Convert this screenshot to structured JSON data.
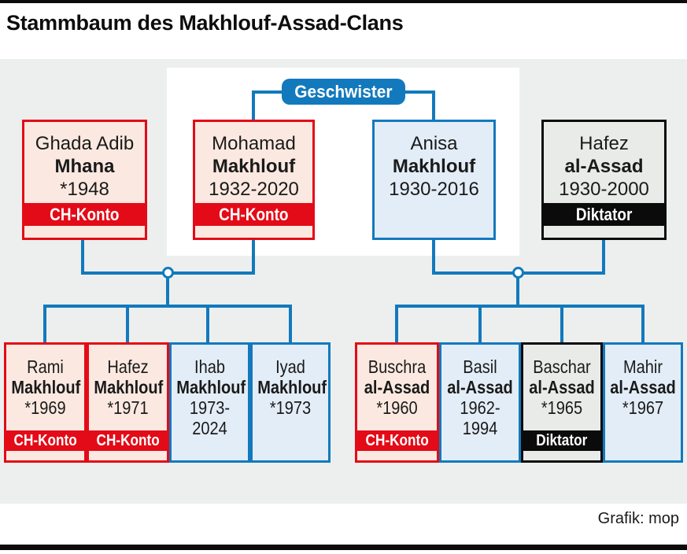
{
  "page": {
    "title": "Stammbaum des Makhlouf-Assad-Clans",
    "relationship_label": "Geschwister",
    "credit": "Grafik: mop"
  },
  "colors": {
    "accent_blue": "#1379bd",
    "accent_red": "#e30b17",
    "accent_black": "#0b0b0b",
    "swiss_account_box_bg": "#fbe9e1",
    "plain_box_bg": "#e3edf7",
    "dictator_box_bg": "#e9ebe9",
    "canvas_bg": "#edefee"
  },
  "generation1": [
    {
      "first": "Ghada Adib",
      "last": "Mhana",
      "years": "*1948",
      "badge": "CH-Konto"
    },
    {
      "first": "Mohamad",
      "last": "Makhlouf",
      "years": "1932-2020",
      "badge": "CH-Konto"
    },
    {
      "first": "Anisa",
      "last": "Makhlouf",
      "years": "1930-2016",
      "badge": ""
    },
    {
      "first": "Hafez",
      "last": "al-Assad",
      "years": "1930-2000",
      "badge": "Diktator"
    }
  ],
  "generation2_makhlouf": [
    {
      "first": "Rami",
      "last": "Makhlouf",
      "years": "*1969",
      "badge": "CH-Konto"
    },
    {
      "first": "Hafez",
      "last": "Makhlouf",
      "years": "*1971",
      "badge": "CH-Konto"
    },
    {
      "first": "Ihab",
      "last": "Makhlouf",
      "years": "1973-2024",
      "badge": ""
    },
    {
      "first": "Iyad",
      "last": "Makhlouf",
      "years": "*1973",
      "badge": ""
    }
  ],
  "generation2_assad": [
    {
      "first": "Buschra",
      "last": "al-Assad",
      "years": "*1960",
      "badge": "CH-Konto"
    },
    {
      "first": "Basil",
      "last": "al-Assad",
      "years": "1962-1994",
      "badge": ""
    },
    {
      "first": "Baschar",
      "last": "al-Assad",
      "years": "*1965",
      "badge": "Diktator"
    },
    {
      "first": "Mahir",
      "last": "al-Assad",
      "years": "*1967",
      "badge": ""
    }
  ]
}
